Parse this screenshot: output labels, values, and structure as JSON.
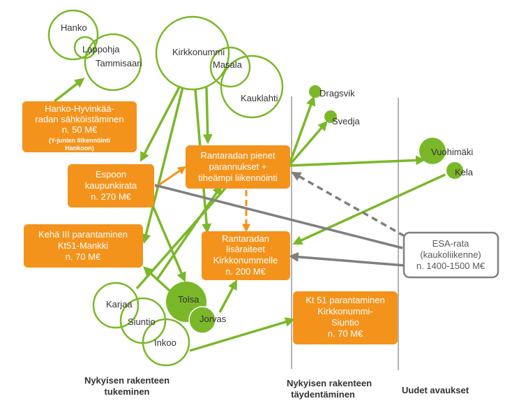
{
  "colors": {
    "green": "#7ab829",
    "orange": "#f3931c",
    "gray": "#7f7f7f",
    "white": "#ffffff"
  },
  "places": {
    "hanko": "Hanko",
    "lappohja": "Lappohja",
    "tammisaari": "Tammisaari",
    "kirkkonummi": "Kirkkonummi",
    "masala": "Masala",
    "kauklahti": "Kauklahti",
    "dragsvik": "Dragsvik",
    "svedja": "Svedja",
    "vuohimaki": "Vuohimäki",
    "kela": "Kela",
    "tolsa": "Tolsa",
    "jorvas": "Jorvas",
    "karjaa": "Karjaa",
    "siuntio": "Siuntio",
    "inkoo": "Inkoo"
  },
  "boxes": {
    "hanko_hyvinkaa": {
      "lines": [
        "Hanko-Hyvinkää-",
        "radan sähköistäminen",
        "n. 50 M€"
      ],
      "note_lines": [
        "(Y-junien liikennöinti",
        "Hankoon)"
      ]
    },
    "rantaradan_pienet": {
      "lines": [
        "Rantaradan pienet",
        "parannukset +",
        "tiheämpi liikennöinti"
      ]
    },
    "espoon_kaupunkirata": {
      "lines": [
        "Espoon",
        "kaupunkirata",
        "n. 270 M€"
      ]
    },
    "keha_iii": {
      "lines": [
        "Kehä III parantaminen",
        "Kt51-Mankki",
        "n. 70 M€"
      ]
    },
    "rantaradan_lisaraiteet": {
      "lines": [
        "Rantaradan",
        "lisäraiteet",
        "Kirkkonummelle",
        "n. 200 M€"
      ]
    },
    "kt51": {
      "lines": [
        "Kt 51 parantaminen",
        "Kirkkonummi-",
        "Siuntio",
        "n. 70 M€"
      ]
    },
    "esa_rata": {
      "lines": [
        "ESA-rata",
        "(kaukoliikenne)",
        "n. 1400-1500 M€"
      ]
    }
  },
  "footers": {
    "col1": [
      "Nykyisen rakenteen",
      "tukeminen"
    ],
    "col2": [
      "Nykyisen rakenteen",
      "täydentäminen"
    ],
    "col3": [
      "Uudet avaukset"
    ]
  }
}
